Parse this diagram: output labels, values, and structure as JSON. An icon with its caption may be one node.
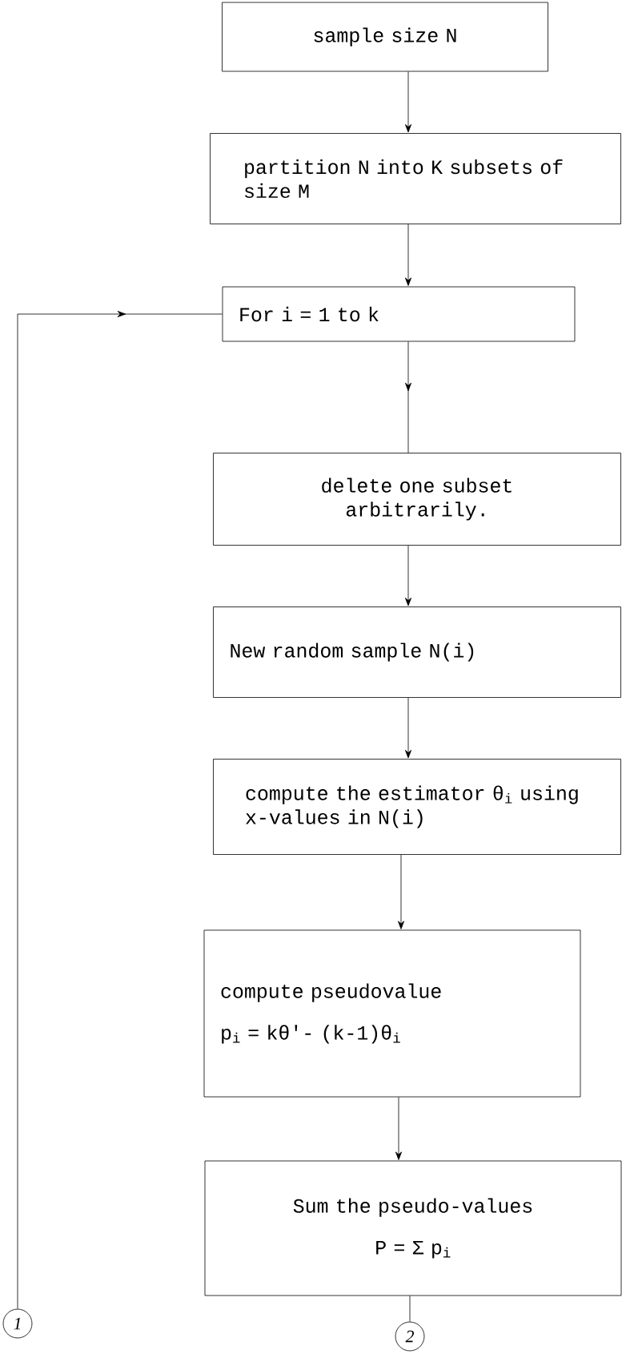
{
  "diagram": {
    "nodes": [
      {
        "text": [
          "sample size N"
        ]
      },
      {
        "text": [
          "partition N into K subsets of size M"
        ]
      },
      {
        "text": [
          "For i = 1 to k"
        ]
      },
      {
        "text": [
          "delete one subset arbitrarily."
        ]
      },
      {
        "text": [
          "New random sample N(i)"
        ]
      },
      {
        "text": [
          "compute the estimator θ$_{i}$ using x-values in N(i)"
        ]
      },
      {
        "text": [
          "compute pseudovalue",
          "p$_{i}$ = kθ'- (k-1)θ$_{i}$"
        ]
      },
      {
        "text": [
          "Sum the pseudo-values",
          "P = Σ p$_{i}$"
        ]
      },
      {
        "text": [
          "1"
        ]
      },
      {
        "text": [
          "2"
        ]
      }
    ],
    "edges": [
      {
        "from": 0,
        "to": 1,
        "arrow": "to"
      },
      {
        "from": 1,
        "to": 2,
        "arrow": "to"
      },
      {
        "from": 2,
        "to": 3,
        "arrow": "to"
      },
      {
        "from": 3,
        "to": 4,
        "arrow": "to"
      },
      {
        "from": 4,
        "to": 5,
        "arrow": "to"
      },
      {
        "from": 5,
        "to": 6,
        "arrow": "to"
      },
      {
        "from": 6,
        "to": 7,
        "arrow": "to"
      },
      {
        "from": 7,
        "to": 9,
        "arrow": "none"
      },
      {
        "from": 8,
        "to": 2,
        "arrow": "to"
      }
    ]
  }
}
